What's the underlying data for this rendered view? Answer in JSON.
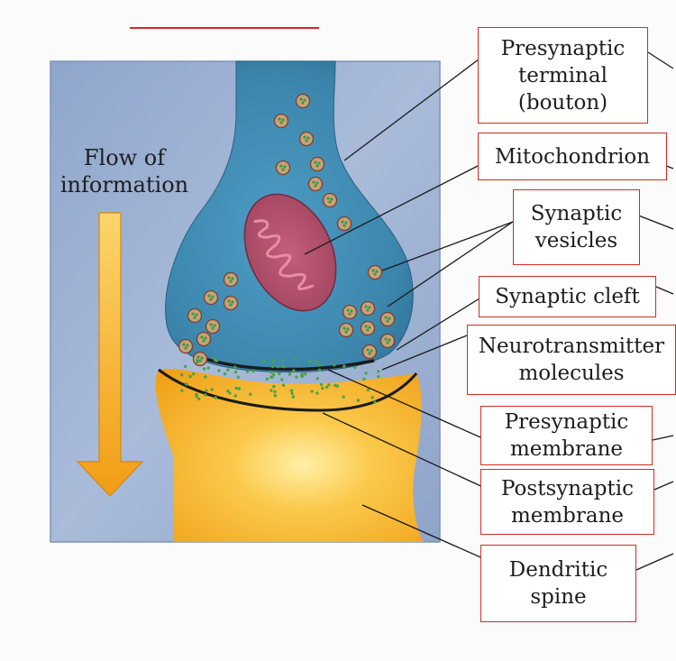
{
  "diagram": {
    "flow_label": "Flow of\ninformation",
    "labels": [
      {
        "key": "presynaptic-terminal",
        "text": "Presynaptic\nterminal\n(bouton)"
      },
      {
        "key": "mitochondrion",
        "text": "Mitochondrion"
      },
      {
        "key": "synaptic-vesicles",
        "text": "Synaptic\nvesicles"
      },
      {
        "key": "synaptic-cleft",
        "text": "Synaptic cleft"
      },
      {
        "key": "neurotransmitter-molecules",
        "text": "Neurotransmitter\nmolecules"
      },
      {
        "key": "presynaptic-membrane",
        "text": "Presynaptic\nmembrane"
      },
      {
        "key": "postsynaptic-membrane",
        "text": "Postsynaptic\nmembrane"
      },
      {
        "key": "dendritic-spine",
        "text": "Dendritic\nspine"
      }
    ]
  },
  "colors": {
    "panel": "#9db0d2",
    "terminal": "#3f8ab1",
    "mitochondrion": "#b0506b",
    "vesicle": "#c8a27a",
    "neurotransmitter": "#4aa34c",
    "dendrite": "#f5ad1c",
    "arrow": "#f4a81d",
    "label_border": "#cf2d27"
  }
}
